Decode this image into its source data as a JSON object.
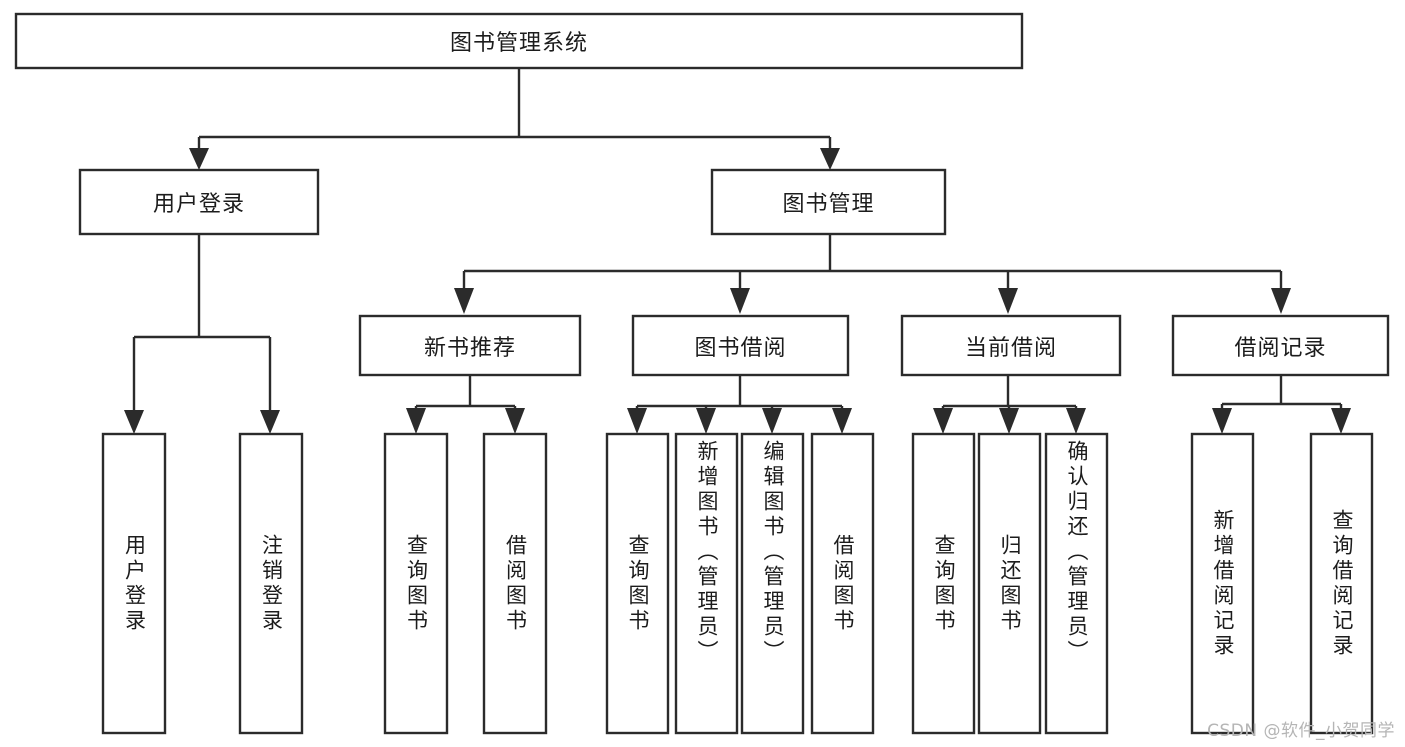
{
  "diagram": {
    "type": "tree-hierarchy",
    "title": "图书管理系统",
    "watermark": "CSDN @软件_小贺同学",
    "colors": {
      "background": "#ffffff",
      "box_fill": "#ffffff",
      "box_stroke": "#2b2b2b",
      "connector": "#2b2b2b",
      "text": "#1c1c1c",
      "watermark": "#b5b5b5"
    },
    "root": {
      "id": "root",
      "label": "图书管理系统",
      "orientation": "horizontal"
    },
    "level1": [
      {
        "id": "user-login",
        "label": "用户登录",
        "orientation": "horizontal"
      },
      {
        "id": "book-manage",
        "label": "图书管理",
        "orientation": "horizontal"
      }
    ],
    "level2": [
      {
        "id": "new-book-rec",
        "label": "新书推荐",
        "orientation": "horizontal",
        "parent": "book-manage"
      },
      {
        "id": "book-borrow",
        "label": "图书借阅",
        "orientation": "horizontal",
        "parent": "book-manage"
      },
      {
        "id": "current-borrow",
        "label": "当前借阅",
        "orientation": "horizontal",
        "parent": "book-manage"
      },
      {
        "id": "borrow-record",
        "label": "借阅记录",
        "orientation": "horizontal",
        "parent": "book-manage"
      }
    ],
    "leaves": [
      {
        "id": "leaf-user-login",
        "label": "用户登录",
        "orientation": "vertical",
        "align": "center",
        "parent": "user-login"
      },
      {
        "id": "leaf-user-logout",
        "label": "注销登录",
        "orientation": "vertical",
        "align": "center",
        "parent": "user-login"
      },
      {
        "id": "leaf-query-book-rec",
        "label": "查询图书",
        "orientation": "vertical",
        "align": "center",
        "parent": "new-book-rec"
      },
      {
        "id": "leaf-borrow-book-rec",
        "label": "借阅图书",
        "orientation": "vertical",
        "align": "center",
        "parent": "new-book-rec"
      },
      {
        "id": "leaf-query-book-borrow",
        "label": "查询图书",
        "orientation": "vertical",
        "align": "center",
        "parent": "book-borrow"
      },
      {
        "id": "leaf-add-book-admin",
        "label": "新增图书（管理员）",
        "orientation": "vertical",
        "align": "top",
        "parent": "book-borrow"
      },
      {
        "id": "leaf-edit-book-admin",
        "label": "编辑图书（管理员）",
        "orientation": "vertical",
        "align": "top",
        "parent": "book-borrow"
      },
      {
        "id": "leaf-borrow-book",
        "label": "借阅图书",
        "orientation": "vertical",
        "align": "center",
        "parent": "book-borrow"
      },
      {
        "id": "leaf-query-book-current",
        "label": "查询图书",
        "orientation": "vertical",
        "align": "center",
        "parent": "current-borrow"
      },
      {
        "id": "leaf-return-book",
        "label": "归还图书",
        "orientation": "vertical",
        "align": "center",
        "parent": "current-borrow"
      },
      {
        "id": "leaf-confirm-return-admin",
        "label": "确认归还（管理员）",
        "orientation": "vertical",
        "align": "top",
        "parent": "current-borrow"
      },
      {
        "id": "leaf-add-borrow-record",
        "label": "新增借阅记录",
        "orientation": "vertical",
        "align": "center",
        "parent": "borrow-record"
      },
      {
        "id": "leaf-query-borrow-record",
        "label": "查询借阅记录",
        "orientation": "vertical",
        "align": "center",
        "parent": "borrow-record"
      }
    ]
  }
}
